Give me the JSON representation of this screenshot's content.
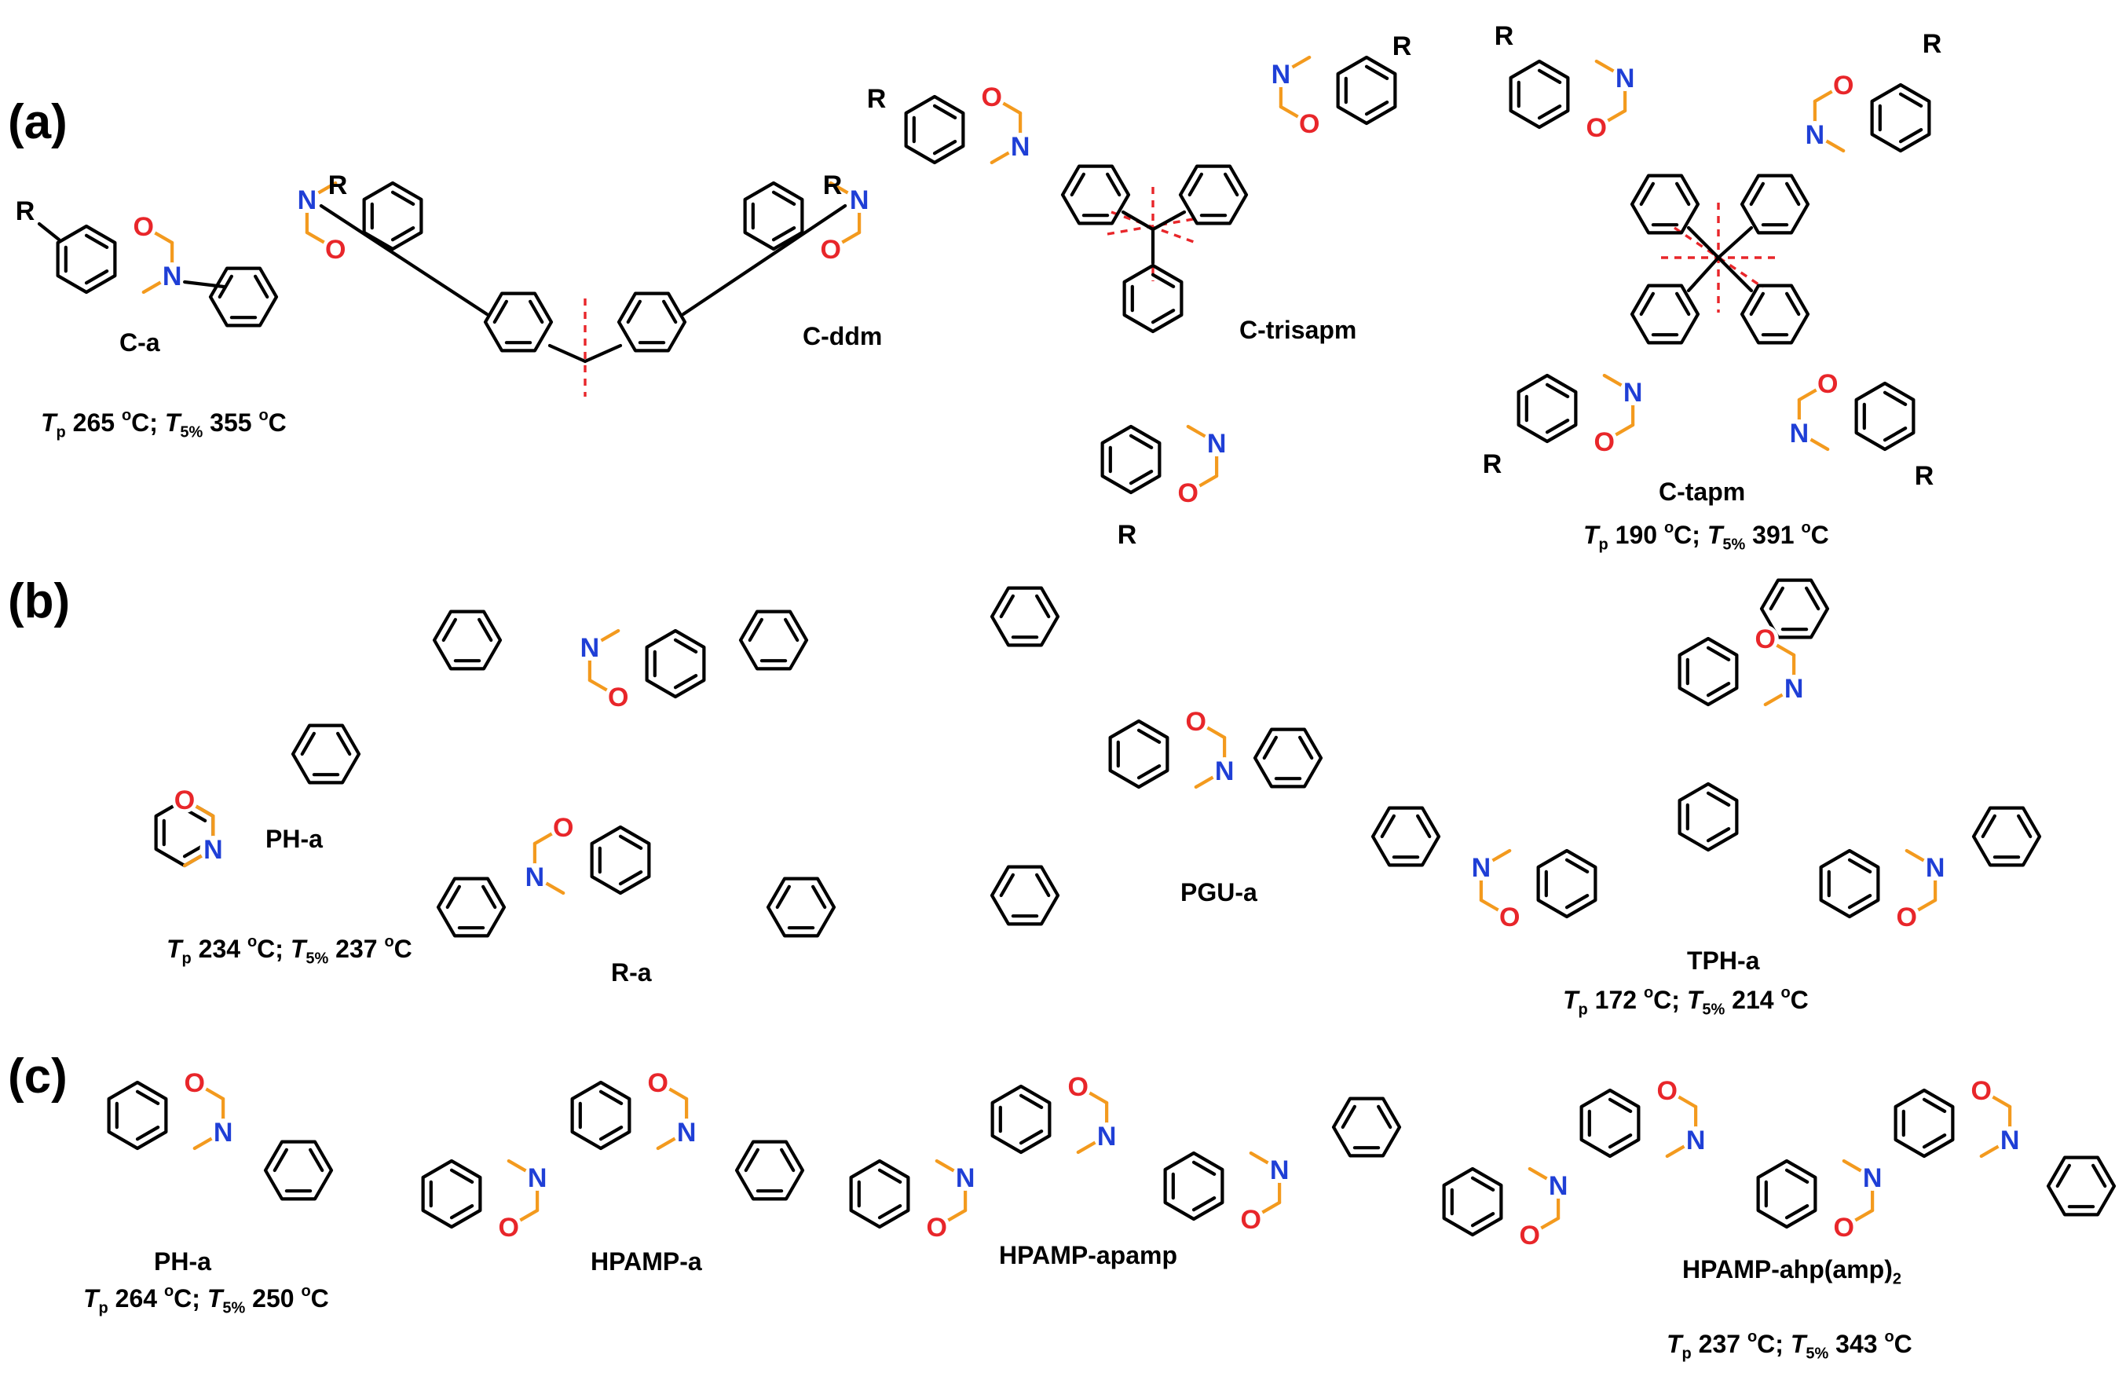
{
  "panels": {
    "a": "(a)",
    "b": "(b)",
    "c": "(c)"
  },
  "atoms": {
    "O": "O",
    "N": "N",
    "R": "R"
  },
  "colors": {
    "bond": "#000000",
    "oxazine_ring": "#f39a1e",
    "oxygen": "#e8262a",
    "nitrogen": "#1f3fd6",
    "cut_line": "#e8262a"
  },
  "compounds": {
    "c_a": {
      "name": "C-a",
      "tp": "265",
      "t5": "355"
    },
    "c_ddm": {
      "name": "C-ddm"
    },
    "c_trisapm": {
      "name": "C-trisapm"
    },
    "c_tapm": {
      "name": "C-tapm",
      "tp": "190",
      "t5": "391"
    },
    "ph_a_b": {
      "name": "PH-a",
      "tp": "234",
      "t5": "237"
    },
    "r_a": {
      "name": "R-a"
    },
    "pgu_a": {
      "name": "PGU-a"
    },
    "tph_a": {
      "name": "TPH-a",
      "tp": "172",
      "t5": "214"
    },
    "ph_a_c": {
      "name": "PH-a",
      "tp": "264",
      "t5": "250"
    },
    "hpamp_a": {
      "name": "HPAMP-a"
    },
    "hpamp_apamp": {
      "name": "HPAMP-apamp"
    },
    "hpamp_ahp": {
      "name": "HPAMP-ahp(amp)",
      "sub": "2",
      "tp": "237",
      "t5": "343"
    }
  },
  "prop_text": {
    "T": "T",
    "p": "p",
    "five": "5%",
    "deg": "o",
    "C": "C",
    "semi": ";"
  }
}
